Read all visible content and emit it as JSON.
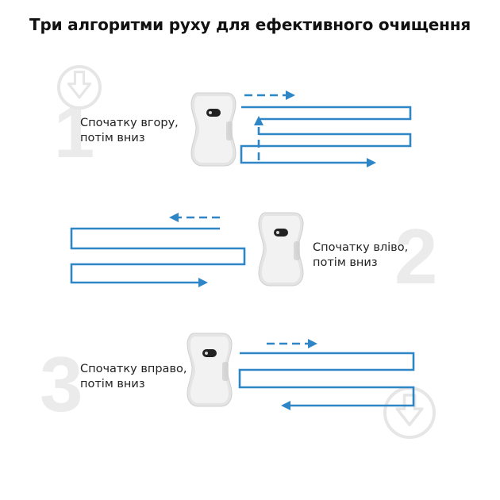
{
  "title": "Три алгоритми руху для ефективного очищення",
  "colors": {
    "path_blue": "#2f86c6",
    "watermark_gray": "#ebebeb",
    "robot_body": "#e2e2e2"
  },
  "steps": [
    {
      "number": "1",
      "caption_line1": "Спочатку вгору,",
      "caption_line2": "потім вниз"
    },
    {
      "number": "2",
      "caption_line1": "Спочатку вліво,",
      "caption_line2": "потім вниз"
    },
    {
      "number": "3",
      "caption_line1": "Спочатку вправо,",
      "caption_line2": "потім вниз"
    }
  ],
  "watermark_icons": [
    "download-arrow-icon",
    "download-arrow-icon"
  ]
}
